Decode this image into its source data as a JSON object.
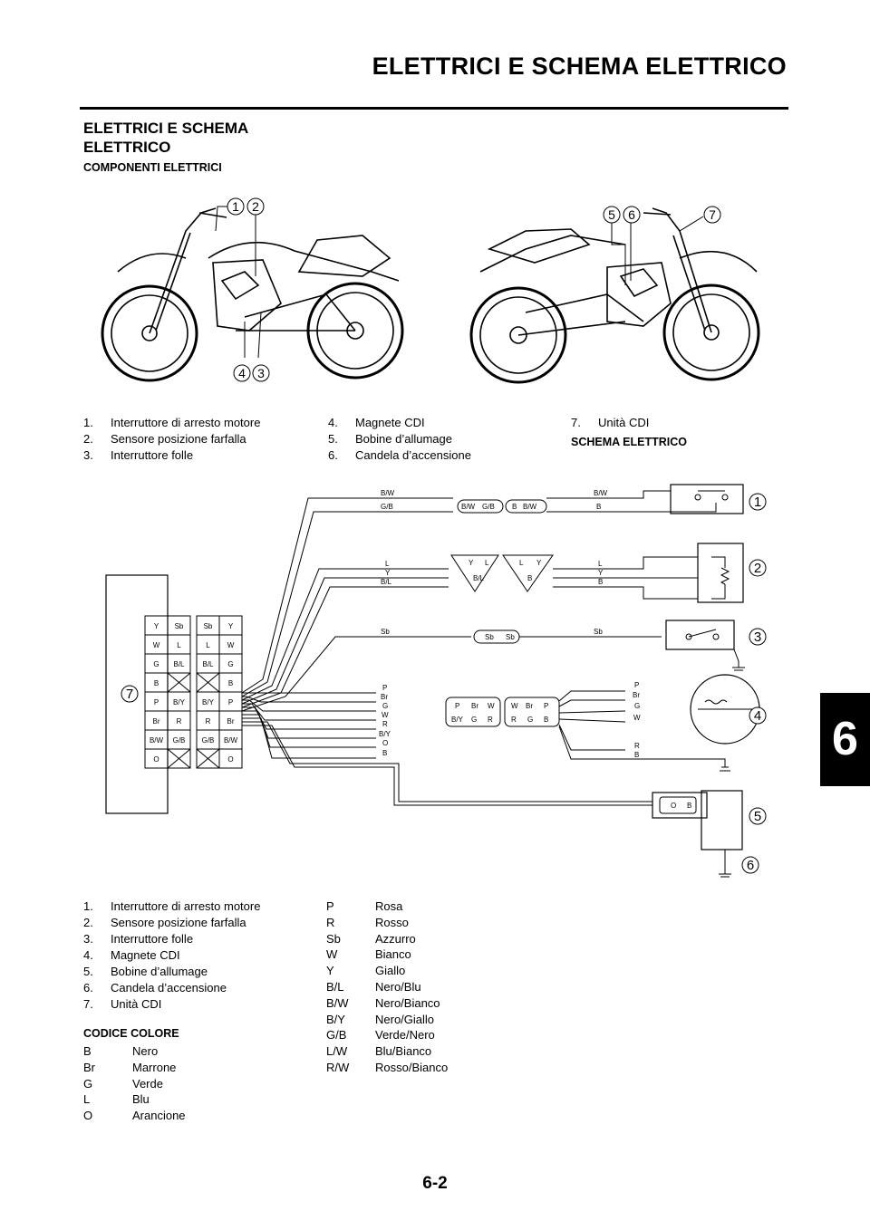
{
  "header": {
    "title": "ELETTRICI E SCHEMA ELETTRICO"
  },
  "section": {
    "title_line1": "ELETTRICI E SCHEMA",
    "title_line2": "ELETTRICO"
  },
  "subsection": {
    "components": "COMPONENTI ELETTRICI",
    "wiring": "SCHEMA ELETTRICO",
    "color_code": "CODICE COLORE"
  },
  "chapter_tab": "6",
  "callouts": [
    "1",
    "2",
    "3",
    "4",
    "5",
    "6",
    "7"
  ],
  "components_list": [
    {
      "num": "1.",
      "label": "Interruttore di arresto motore"
    },
    {
      "num": "2.",
      "label": "Sensore posizione farfalla"
    },
    {
      "num": "3.",
      "label": "Interruttore folle"
    },
    {
      "num": "4.",
      "label": "Magnete CDI"
    },
    {
      "num": "5.",
      "label": "Bobine d’allumage"
    },
    {
      "num": "6.",
      "label": "Candela d’accensione"
    },
    {
      "num": "7.",
      "label": "Unità CDI"
    }
  ],
  "wiring_list": [
    {
      "num": "1.",
      "label": "Interruttore di arresto motore"
    },
    {
      "num": "2.",
      "label": "Sensore posizione farfalla"
    },
    {
      "num": "3.",
      "label": "Interruttore folle"
    },
    {
      "num": "4.",
      "label": "Magnete CDI"
    },
    {
      "num": "5.",
      "label": "Bobine d’allumage"
    },
    {
      "num": "6.",
      "label": "Candela d’accensione"
    },
    {
      "num": "7.",
      "label": "Unità CDI"
    }
  ],
  "color_codes_left": [
    {
      "code": "B",
      "name": "Nero"
    },
    {
      "code": "Br",
      "name": "Marrone"
    },
    {
      "code": "G",
      "name": "Verde"
    },
    {
      "code": "L",
      "name": "Blu"
    },
    {
      "code": "O",
      "name": "Arancione"
    }
  ],
  "color_codes_right": [
    {
      "code": "P",
      "name": "Rosa"
    },
    {
      "code": "R",
      "name": "Rosso"
    },
    {
      "code": "Sb",
      "name": "Azzurro"
    },
    {
      "code": "W",
      "name": "Bianco"
    },
    {
      "code": "Y",
      "name": "Giallo"
    },
    {
      "code": "B/L",
      "name": "Nero/Blu"
    },
    {
      "code": "B/W",
      "name": "Nero/Bianco"
    },
    {
      "code": "B/Y",
      "name": "Nero/Giallo"
    },
    {
      "code": "G/B",
      "name": "Verde/Nero"
    },
    {
      "code": "L/W",
      "name": "Blu/Bianco"
    },
    {
      "code": "R/W",
      "name": "Rosso/Bianco"
    }
  ],
  "diagram": {
    "cdi_left_pins": [
      [
        "Y",
        "Sb"
      ],
      [
        "W",
        "L"
      ],
      [
        "G",
        "B/L"
      ],
      [
        "B",
        ""
      ],
      [
        "P",
        "B/Y"
      ],
      [
        "Br",
        "R"
      ],
      [
        "B/W",
        "G/B"
      ],
      [
        "O",
        ""
      ]
    ],
    "cdi_right_pins": [
      [
        "Sb",
        "Y"
      ],
      [
        "L",
        "W"
      ],
      [
        "B/L",
        "G"
      ],
      [
        "",
        "B"
      ],
      [
        "B/Y",
        "P"
      ],
      [
        "R",
        "Br"
      ],
      [
        "G/B",
        "B/W"
      ],
      [
        "",
        "O"
      ]
    ],
    "kill_wires_left": [
      "B/W",
      "G/B"
    ],
    "kill_conn": [
      "B/W",
      "G/B",
      "B",
      "B/W"
    ],
    "kill_wires_right": [
      "B/W",
      "B"
    ],
    "tps_wires_left": [
      "L",
      "Y",
      "B/L"
    ],
    "tps_conn_a": [
      "Y",
      "L",
      "B/L"
    ],
    "tps_conn_b": [
      "L",
      "Y",
      "B"
    ],
    "tps_wires_right": [
      "L",
      "Y",
      "B"
    ],
    "neutral_wire": "Sb",
    "neutral_conn": [
      "Sb",
      "Sb"
    ],
    "mag_wires_left": [
      "P",
      "Br",
      "G",
      "W",
      "R",
      "B/Y",
      "O",
      "B"
    ],
    "mag_conn_a_top": [
      "P",
      "Br",
      "W"
    ],
    "mag_conn_a_bot": [
      "B/Y",
      "G",
      "R"
    ],
    "mag_conn_b_top": [
      "W",
      "Br",
      "P"
    ],
    "mag_conn_b_bot": [
      "R",
      "G",
      "B"
    ],
    "mag_wires_right": [
      "P",
      "Br",
      "G",
      "W",
      "R",
      "B"
    ],
    "coil_conn": [
      "O",
      "B"
    ]
  },
  "page_number": "6-2"
}
